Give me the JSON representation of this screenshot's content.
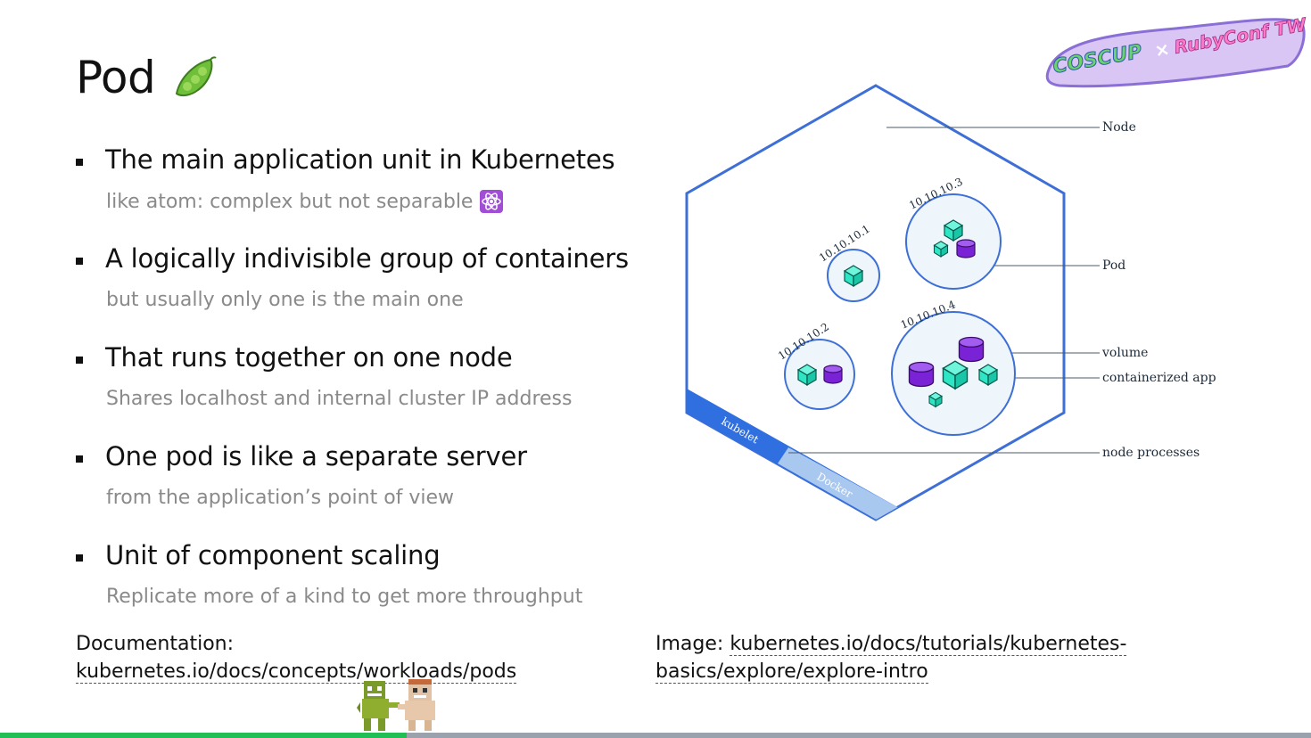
{
  "slide": {
    "title": "Pod",
    "title_icon": "pea-pod-icon",
    "bullets": [
      {
        "main": "The main application unit in Kubernetes",
        "sub": "like atom: complex but not separable",
        "sub_icon": "atom-icon"
      },
      {
        "main": "A logically indivisible group of containers",
        "sub": "but usually only one is the main one"
      },
      {
        "main": "That runs together on one node",
        "sub": "Shares localhost and internal cluster IP address"
      },
      {
        "main": "One pod is like a separate server",
        "sub": "from the application’s point of view"
      },
      {
        "main": "Unit of component scaling",
        "sub": "Replicate more of a kind to get more throughput"
      }
    ],
    "documentation": {
      "label": "Documentation:",
      "link": "kubernetes.io/docs/concepts/workloads/pods"
    },
    "image_credit": {
      "label": "Image:",
      "link_line1": "kubernetes.io/docs/tutorials/kubernetes-",
      "link_line2": "basics/explore/explore-intro"
    },
    "progress_fraction": 0.31
  },
  "logo": {
    "left": "COSCUP",
    "sep": "×",
    "right": "RubyConf TW"
  },
  "diagram": {
    "labels": {
      "node": "Node",
      "pod": "Pod",
      "volume": "volume",
      "containerized_app": "containerized app",
      "node_processes": "node processes"
    },
    "pod_ips": [
      "10.10.10.1",
      "10.10.10.2",
      "10.10.10.3",
      "10.10.10.4"
    ],
    "process_labels": {
      "kubelet": "kubelet",
      "docker": "Docker"
    }
  },
  "colors": {
    "node_outline": "#3d6fd6",
    "pod_fill": "#eef5fb",
    "container": "#2ee6c4",
    "volume": "#7a22d6",
    "kubelet_band": "#2f6fdf",
    "docker_band": "#a9c8f0",
    "progress_green": "#1fbf55",
    "progress_gray": "#9aa3ad"
  }
}
